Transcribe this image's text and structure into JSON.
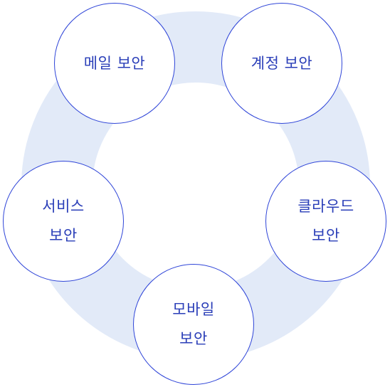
{
  "diagram": {
    "nodes": [
      {
        "label": "메일 보안"
      },
      {
        "label": "계정 보안"
      },
      {
        "label": "서비스\n보안"
      },
      {
        "label": "클라우드\n보안"
      },
      {
        "label": "모바일\n보안"
      }
    ]
  },
  "colors": {
    "ring": "#e2eaf8",
    "node_border": "#2f45d8",
    "node_text": "#2a3eb8",
    "node_fill": "#ffffff"
  }
}
